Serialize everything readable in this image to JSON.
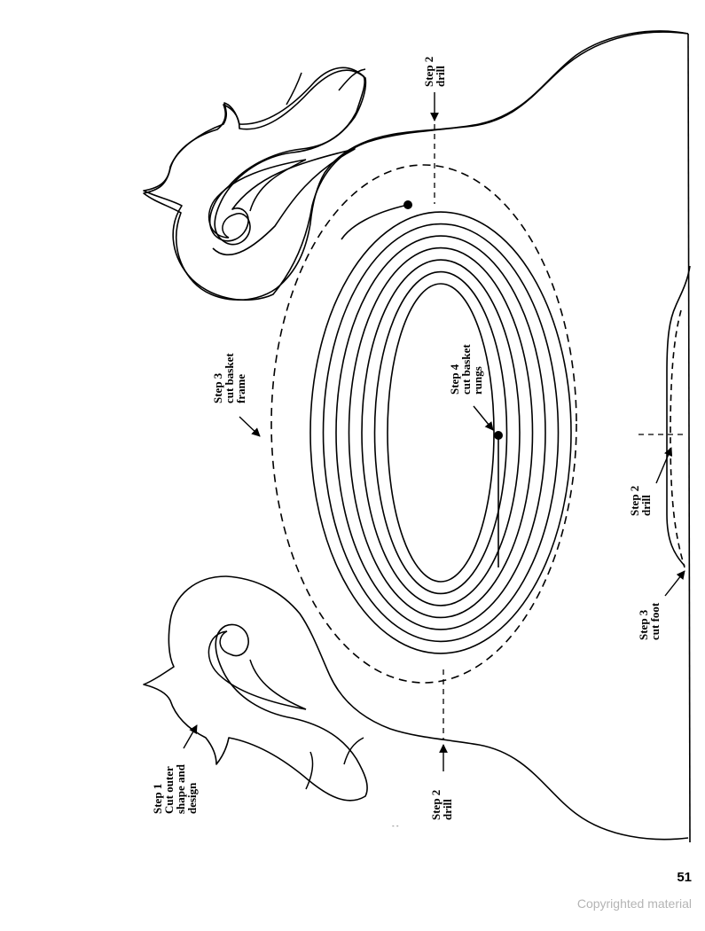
{
  "page_number": "51",
  "copyright": "Copyrighted material",
  "labels": {
    "step1": [
      "Step 1",
      "Cut outer",
      "shape and",
      "design"
    ],
    "step2_top": [
      "Step 2",
      "drill"
    ],
    "step2_bottom": [
      "Step 2",
      "drill"
    ],
    "step2_foot": [
      "Step 2",
      "drill"
    ],
    "step3_frame": [
      "Step 3",
      "cut basket",
      "frame"
    ],
    "step3_foot": [
      "Step 3",
      "cut foot"
    ],
    "step4": [
      "Step 4",
      "cut basket",
      "rungs"
    ]
  },
  "rungs": {
    "count": 7
  }
}
